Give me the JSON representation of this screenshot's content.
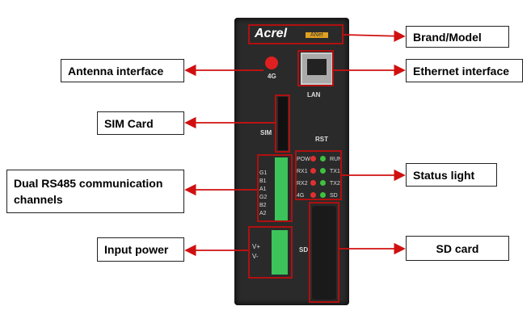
{
  "device": {
    "brand": "Acrel",
    "model": "ANet",
    "antenna": "4G",
    "lan": "LAN",
    "sim": "SIM",
    "rst": "RST",
    "sd": "SD",
    "rs485_pins": [
      "G1",
      "B1",
      "A1",
      "G2",
      "B2",
      "A2"
    ],
    "power_pins": [
      "V+",
      "V-"
    ],
    "leds_left": [
      "POW",
      "RX1",
      "RX2",
      "4G"
    ],
    "leds_right": [
      "RUN",
      "TX1",
      "TX2",
      "SD"
    ]
  },
  "labels": {
    "brand_model": "Brand/Model",
    "antenna": "Antenna interface",
    "ethernet": "Ethernet interface",
    "sim": "SIM Card",
    "rs485": "Dual RS485 communication channels",
    "status": "Status light",
    "power": "Input power",
    "sd": "SD card"
  },
  "colors": {
    "highlight": "#b01010",
    "arrow": "#d01010",
    "terminal": "#3cc35a"
  }
}
